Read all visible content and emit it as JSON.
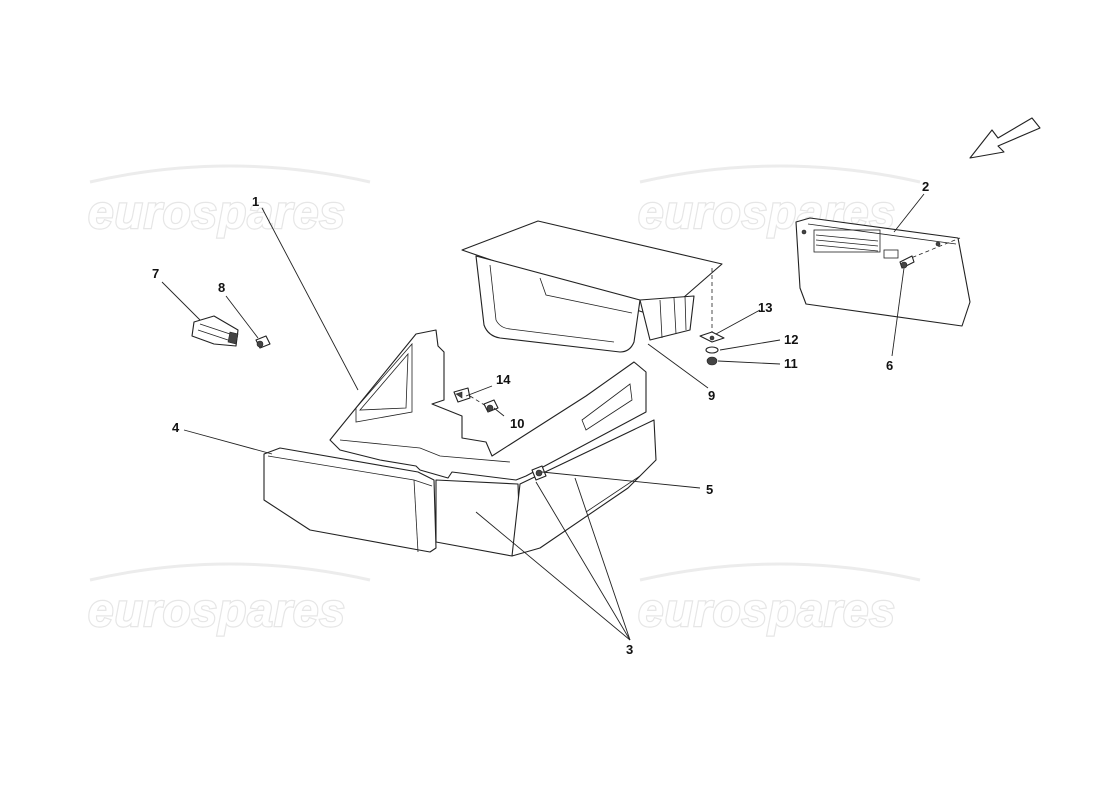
{
  "watermark": {
    "text": "eurospares"
  },
  "callouts": {
    "c1": "1",
    "c2": "2",
    "c3": "3",
    "c4": "4",
    "c5": "5",
    "c6": "6",
    "c7": "7",
    "c8": "8",
    "c9": "9",
    "c10": "10",
    "c11": "11",
    "c12": "12",
    "c13": "13",
    "c14": "14"
  },
  "icons": {
    "direction": "direction-arrow-icon"
  }
}
